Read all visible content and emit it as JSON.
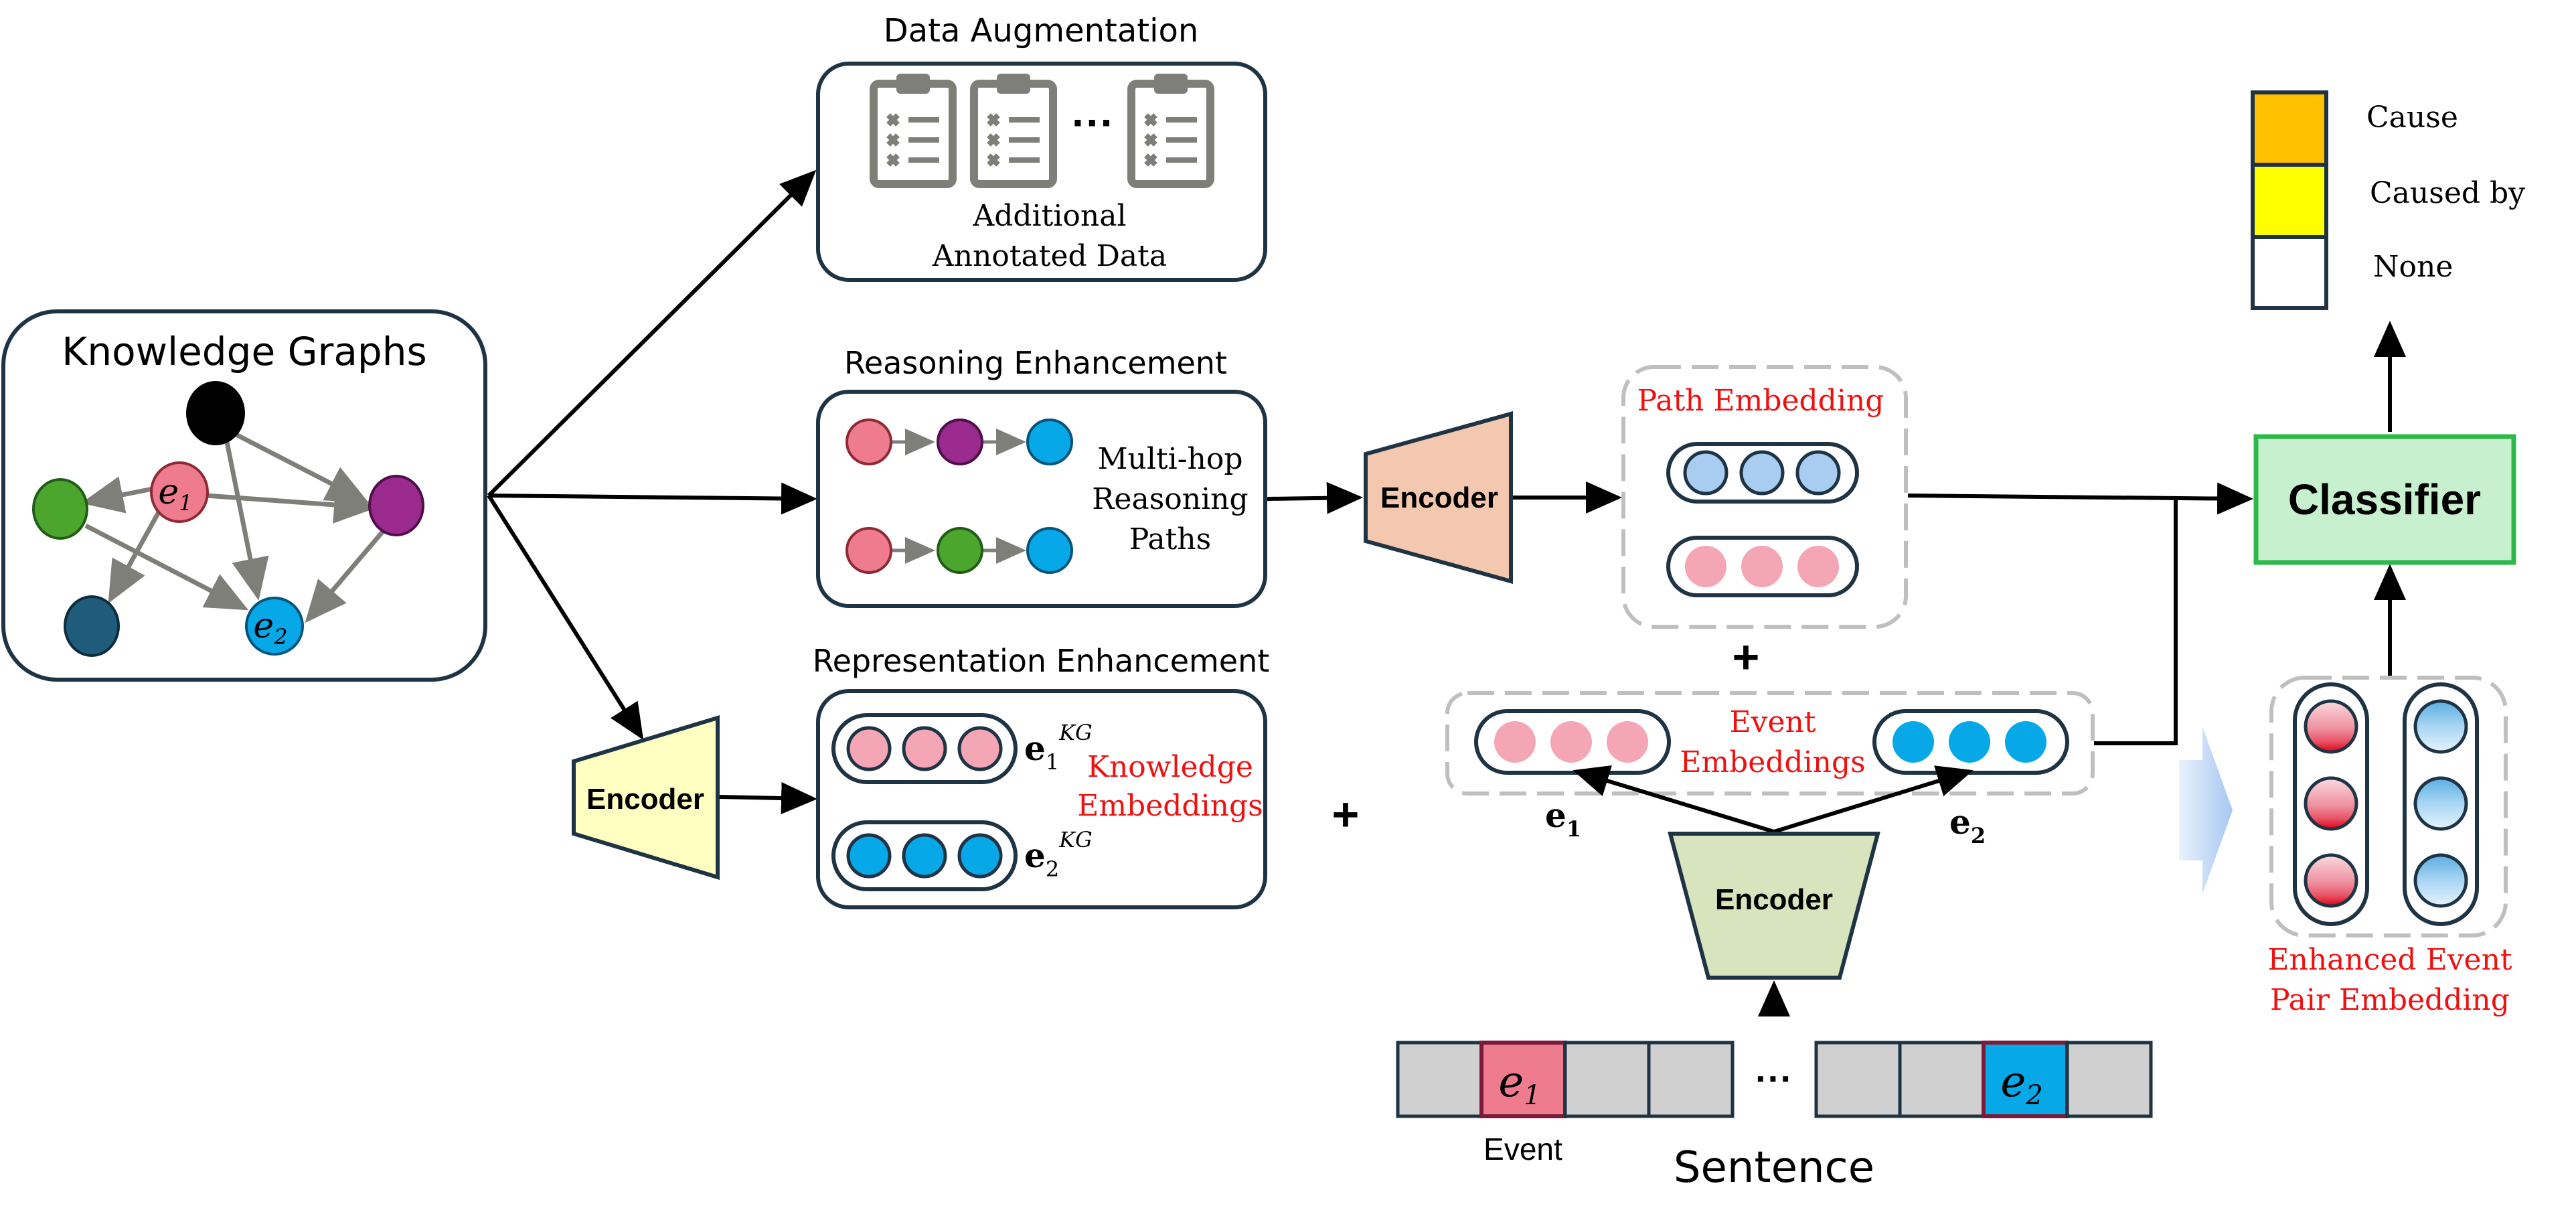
{
  "kg": {
    "title": "Knowledge Graphs",
    "node_e1_sym": "e",
    "node_e1_sub": "1",
    "node_e2_sym": "e",
    "node_e2_sub": "2"
  },
  "data_aug": {
    "title": "Data Augmentation",
    "ellipsis": "···",
    "caption_line1": "Additional",
    "caption_line2": "Annotated Data"
  },
  "reasoning": {
    "title": "Reasoning Enhancement",
    "caption_line1": "Multi-hop",
    "caption_line2": "Reasoning",
    "caption_line3": "Paths"
  },
  "representation": {
    "title": "Representation Enhancement",
    "emb1_base": "e",
    "emb1_sub": "1",
    "emb1_sup": "KG",
    "emb2_base": "e",
    "emb2_sub": "2",
    "emb2_sup": "KG",
    "label_line1": "Knowledge",
    "label_line2": "Embeddings"
  },
  "encoders": {
    "kg_encoder": "Encoder",
    "path_encoder": "Encoder",
    "sentence_encoder": "Encoder"
  },
  "path_embedding": {
    "label": "Path Embedding"
  },
  "event_embeddings": {
    "label_line1": "Event",
    "label_line2": "Embeddings",
    "e1_base": "e",
    "e1_sub": "1",
    "e2_base": "e",
    "e2_sub": "2"
  },
  "plus": {
    "top": "+",
    "middle": "+"
  },
  "sentence": {
    "label": "Sentence",
    "event_label": "Event",
    "ellipsis": "···",
    "tok1_sym": "e",
    "tok1_sub": "1",
    "tok2_sym": "e",
    "tok2_sub": "2"
  },
  "classifier": {
    "label": "Classifier"
  },
  "legend": {
    "cause": "Cause",
    "caused_by": "Caused by",
    "none": "None"
  },
  "enhanced": {
    "label_line1": "Enhanced Event",
    "label_line2": "Pair Embedding"
  },
  "colors": {
    "pink": "#F4A6B4",
    "blue": "#06A8E8",
    "light_blue": "#A8CDF0",
    "green": "#4CA62E",
    "purple": "#9B2A8E",
    "navy": "#1F5B7A",
    "red_text": "#EE1111",
    "cause": "#FFC000",
    "caused_by": "#FFFF00",
    "classifier_fill": "#C6F0CE",
    "classifier_stroke": "#2EB84C",
    "encoder_orange": "#F4C8AE",
    "encoder_yellow": "#FFFFC2",
    "encoder_green": "#D7E4BD"
  }
}
